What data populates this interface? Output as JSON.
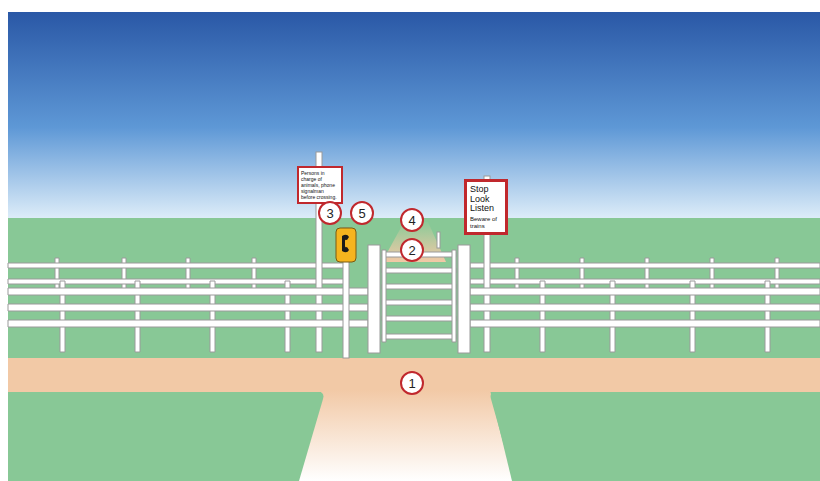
{
  "diagram": {
    "nodes": [
      {
        "text": [
          "Persons in charge of animals, phone signalman before crossing."
        ]
      },
      {
        "text": [
          "Stop Look Listen",
          "Beware of trains"
        ]
      },
      {
        "text": [
          "3"
        ]
      },
      {
        "text": [
          "5"
        ]
      },
      {
        "text": [
          "4"
        ]
      },
      {
        "text": [
          "2"
        ]
      },
      {
        "text": [
          "1"
        ]
      }
    ]
  }
}
